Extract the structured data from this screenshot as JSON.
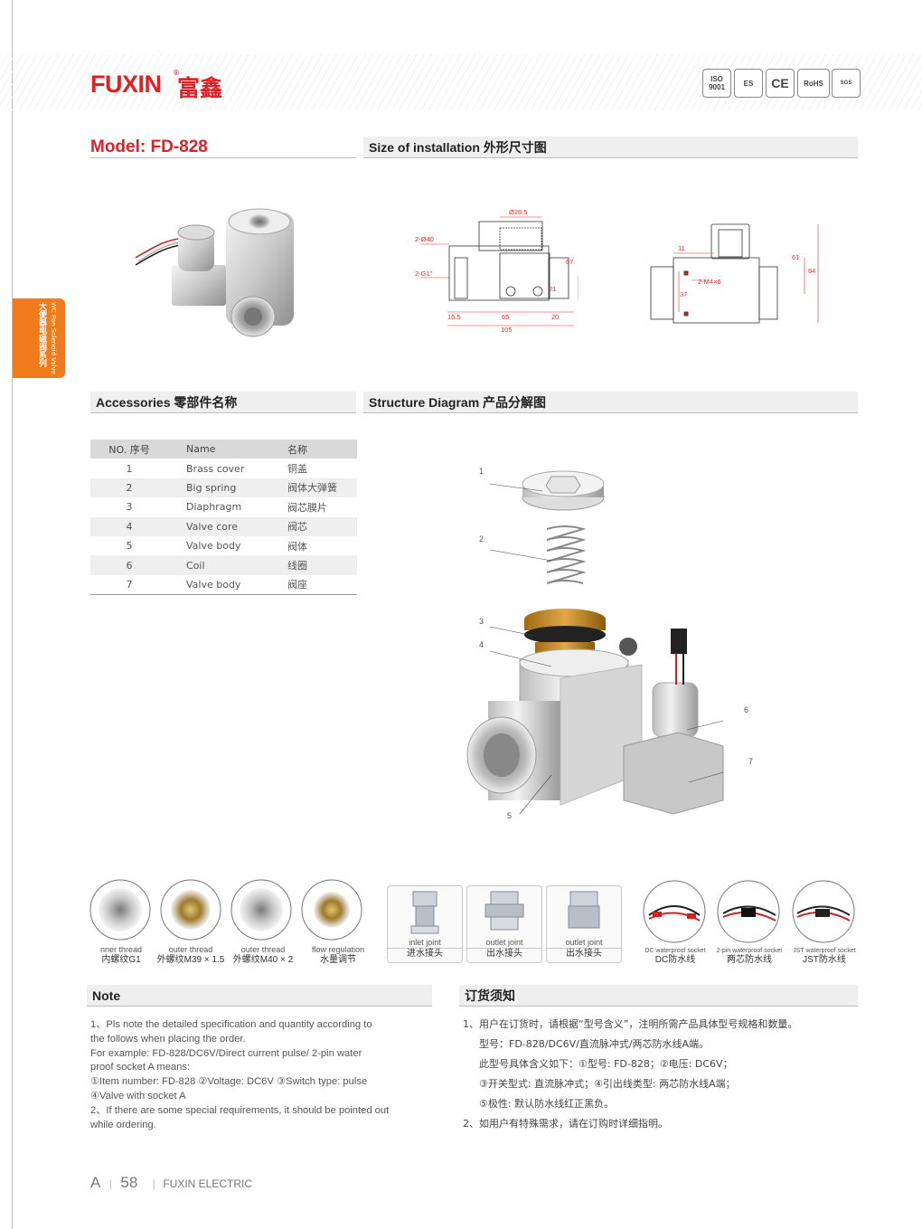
{
  "brand": {
    "name": "FUXIN",
    "name_cn": "富鑫",
    "reg_mark": "®"
  },
  "certifications": [
    "ISO 9001",
    "ES",
    "CE",
    "RoHS",
    "SGS"
  ],
  "model": {
    "label": "Model: FD-828"
  },
  "sections": {
    "size": "Size of installation   外形尺寸图",
    "accessories": "Accessories  零部件名称",
    "structure": "Structure Diagram 产品分解图",
    "note": "Note",
    "order": "订货须知"
  },
  "side_tab": {
    "cn": "大便器电磁阀系列",
    "en": "WC Pan Solenoid Valve"
  },
  "dimensions": {
    "front": [
      "Ø28.5",
      "2-Ø40",
      "2-G1\"",
      "67",
      "21",
      "16.5",
      "65",
      "20",
      "105"
    ],
    "side": [
      "11",
      "61",
      "84",
      "2-M4×6",
      "37"
    ]
  },
  "accessories_table": {
    "headers": [
      "NO. 序号",
      "Name",
      "名称"
    ],
    "rows": [
      [
        "1",
        "Brass cover",
        "铜盖"
      ],
      [
        "2",
        "Big spring",
        "阀体大弹簧"
      ],
      [
        "3",
        "Diaphragm",
        "阀芯膜片"
      ],
      [
        "4",
        "Valve core",
        "阀芯"
      ],
      [
        "5",
        "Valve body",
        "阀体"
      ],
      [
        "6",
        "Coil",
        "线圈"
      ],
      [
        "7",
        "Valve body",
        "阀座"
      ]
    ]
  },
  "structure_labels": [
    "1",
    "2",
    "3",
    "4",
    "5",
    "6",
    "7"
  ],
  "options": [
    {
      "en": "nner thread",
      "cn": "内螺纹G1"
    },
    {
      "en": "outer thread",
      "cn": "外螺纹M39 × 1.5"
    },
    {
      "en": "outer thread",
      "cn": "外螺纹M40 × 2"
    },
    {
      "en": "flow regulation",
      "cn": "水量调节"
    },
    {
      "en": "inlet joint",
      "cn": "进水接头"
    },
    {
      "en": "outlet joint",
      "cn": "出水接头"
    },
    {
      "en": "outlet joint",
      "cn": "出水接头"
    },
    {
      "en": "DC waterproof socket",
      "cn": "DC防水线"
    },
    {
      "en": "2-pin waterproof socket",
      "cn": "两芯防水线"
    },
    {
      "en": "JST waterproof socket",
      "cn": "JST防水线"
    }
  ],
  "note": {
    "lines": [
      "1、Pls note the detailed specification and quantity according to",
      "the follows when placing the order.",
      "For example: FD-828/DC6V/Direct current pulse/ 2-pin water",
      "proof socket A means:",
      "①Item number: FD-828   ②Voltage: DC6V   ③Switch type: pulse",
      "④Valve with socket A",
      "2、If there are some special requirements, it should be pointed out",
      "while ordering."
    ]
  },
  "order": {
    "lines": [
      "1、用户在订货时，请根据“型号含义”，注明所需产品具体型号规格和数量。",
      "型号：FD-828/DC6V/直流脉冲式/两芯防水线A端。",
      "此型号具体含义如下：①型号: FD-828；②电压: DC6V；",
      "③开关型式: 直流脉冲式；④引出线类型: 两芯防水线A端；",
      "⑤极性: 默认防水线红正黑负。",
      "2、如用户有特殊需求，请在订购时详细指明。"
    ]
  },
  "footer": {
    "section": "A",
    "page": "58",
    "company": "FUXIN ELECTRIC"
  }
}
